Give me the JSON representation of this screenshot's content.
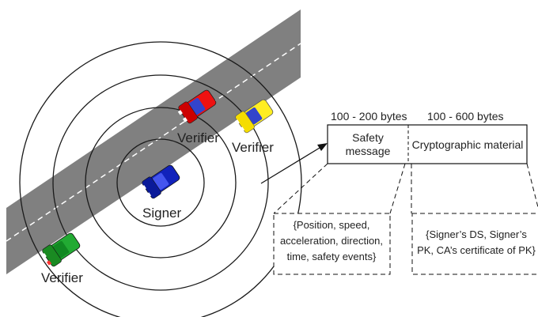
{
  "labels": {
    "verifier_red": "Verifier",
    "verifier_yellow": "Verifier",
    "verifier_green": "Verifier",
    "signer": "Signer"
  },
  "packet": {
    "left_size": "100 - 200 bytes",
    "right_size": "100 - 600 bytes",
    "left_field_line1": "Safety",
    "left_field_line2": "message",
    "right_field": "Cryptographic material"
  },
  "details": {
    "left": [
      "{Position, speed,",
      "acceleration, direction,",
      "time, safety events}"
    ],
    "right": [
      "{Signer’s DS, Signer’s",
      "PK, CA’s certificate of PK}"
    ]
  },
  "colors": {
    "road": "#808080",
    "car_red": "#ee1111",
    "car_yellow": "#ffee22",
    "car_blue": "#1122bb",
    "car_green": "#22aa33"
  }
}
